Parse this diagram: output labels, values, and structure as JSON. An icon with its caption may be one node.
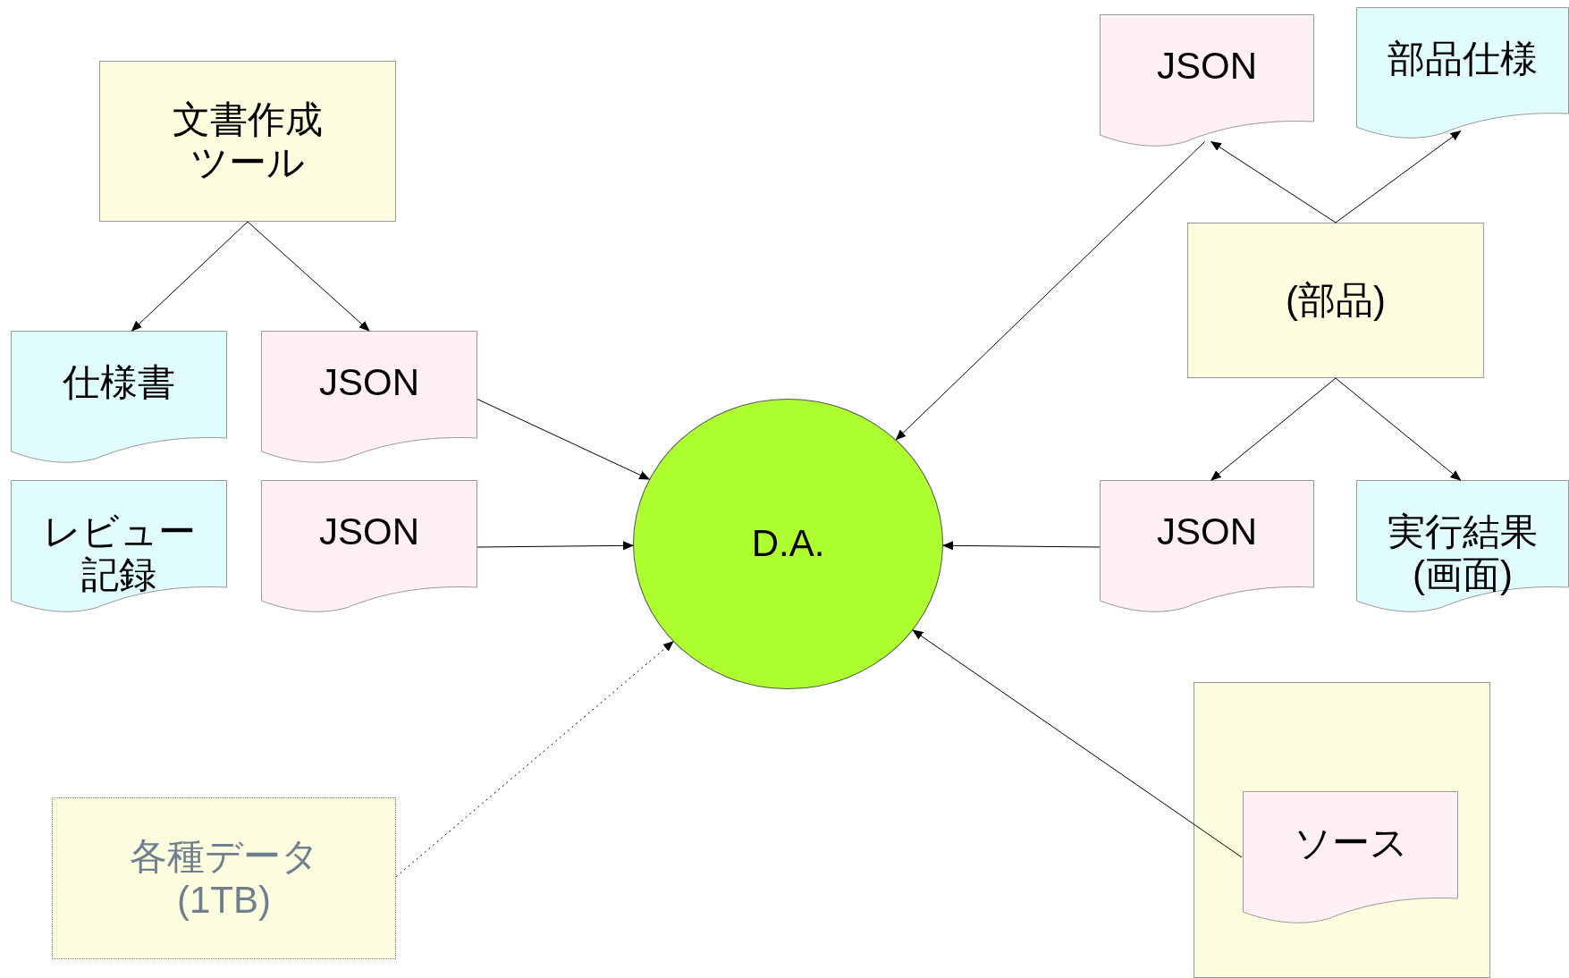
{
  "diagram": {
    "nodes": [
      {
        "text": [
          "文書作成ツール"
        ]
      },
      {
        "text": [
          "仕様書"
        ]
      },
      {
        "text": [
          "JSON"
        ]
      },
      {
        "text": [
          "レビュー記録"
        ]
      },
      {
        "text": [
          "JSON"
        ]
      },
      {
        "text": [
          "D.A."
        ]
      },
      {
        "text": [
          "JSON"
        ]
      },
      {
        "text": [
          "部品仕様"
        ]
      },
      {
        "text": [
          "(部品)"
        ]
      },
      {
        "text": [
          "JSON"
        ]
      },
      {
        "text": [
          "実行結果 (画面)"
        ]
      },
      {
        "text": [
          "各種データ (1TB)"
        ]
      },
      {
        "text": [],
        "shape": "box"
      },
      {
        "text": [
          "ソース"
        ],
        "in": 12
      }
    ],
    "edges": [
      {
        "from": 0,
        "to": 1,
        "arrow": "to"
      },
      {
        "from": 0,
        "to": 2,
        "arrow": "to"
      },
      {
        "from": 2,
        "to": 5,
        "arrow": "to"
      },
      {
        "from": 4,
        "to": 5,
        "arrow": "to"
      },
      {
        "from": 6,
        "to": 5,
        "arrow": "to"
      },
      {
        "from": 8,
        "to": 6,
        "arrow": "to"
      },
      {
        "from": 8,
        "to": 7,
        "arrow": "to"
      },
      {
        "from": 8,
        "to": 9,
        "arrow": "to"
      },
      {
        "from": 8,
        "to": 10,
        "arrow": "to"
      },
      {
        "from": 9,
        "to": 5,
        "arrow": "to"
      },
      {
        "from": 13,
        "to": 5,
        "arrow": "to"
      },
      {
        "from": 11,
        "to": 5,
        "arrow": "to",
        "style": "dashed"
      }
    ]
  }
}
